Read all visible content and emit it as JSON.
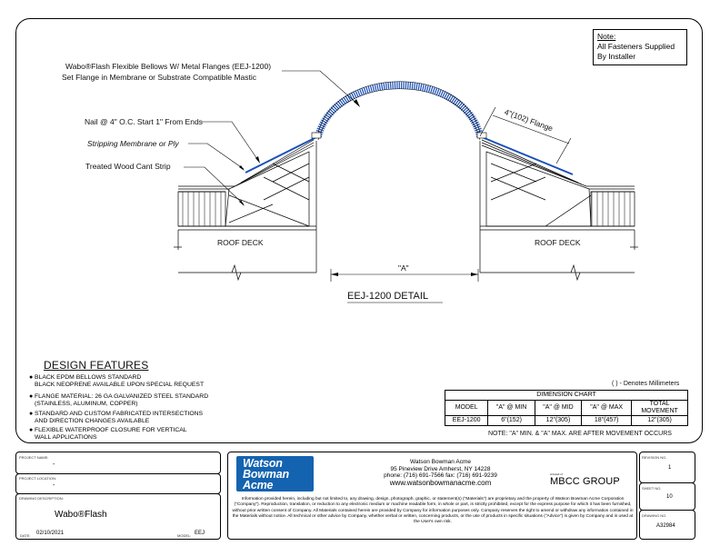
{
  "note": {
    "title": "Note:",
    "lines": [
      "All Fasteners Supplied",
      "By Installer"
    ]
  },
  "drawing": {
    "callouts": {
      "bellows_1": "Wabo®Flash Flexible Bellows W/ Metal Flanges (EEJ-1200)",
      "bellows_2": "Set Flange in Membrane or Substrate Compatible Mastic",
      "nail": "Nail @ 4\" O.C. Start 1\" From Ends",
      "stripping": "Stripping Membrane or Ply",
      "cant": "Treated Wood Cant Strip",
      "flange": "4\"(102) Flange",
      "roof_deck_left": "ROOF DECK",
      "roof_deck_right": "ROOF DECK",
      "gap": "\"A\""
    },
    "title": "EEJ-1200 DETAIL",
    "colors": {
      "bellows": "#2f6fd6",
      "flange": "#1a4fb8",
      "line": "#000000"
    }
  },
  "design_features": {
    "title": "DESIGN FEATURES",
    "items": [
      [
        "BLACK EPDM BELLOWS STANDARD",
        "BLACK NEOPRENE AVAILABLE UPON SPECIAL REQUEST"
      ],
      [
        "FLANGE MATERIAL: 26 GA GALVANIZED STEEL STANDARD",
        "(STAINLESS, ALUMINUM, COPPER)"
      ],
      [
        "STANDARD AND CUSTOM FABRICATED INTERSECTIONS",
        "AND DIRECTION CHANGES AVAILABLE"
      ],
      [
        "FLEXIBLE WATERPROOF CLOSURE FOR VERTICAL",
        "WALL APPLICATIONS"
      ]
    ]
  },
  "dimension_chart": {
    "unit_note": "( ) - Denotes Millimeters",
    "title": "DIMENSION CHART",
    "headers": [
      "MODEL",
      "\"A\" @ MIN",
      "\"A\" @ MID",
      "\"A\" @ MAX",
      "TOTAL",
      "MOVEMENT"
    ],
    "row": [
      "EEJ-1200",
      "6\"(152)",
      "12\"(305)",
      "18\"(457)",
      "12\"(305)"
    ],
    "footnote": "NOTE: \"A\" MIN. & \"A\" MAX. ARE AFTER MOVEMENT OCCURS"
  },
  "title_block": {
    "project_name_label": "PROJECT NAME:",
    "project_name": "-",
    "project_location_label": "PROJECT LOCATION:",
    "project_location": "-",
    "drawing_description_label": "DRAWING DESCRIPTION:",
    "drawing_description": "Wabo®Flash",
    "date_label": "DATE:",
    "date": "02/10/2021",
    "model_label": "MODEL:",
    "model": "EEJ",
    "logo": [
      "Watson",
      "Bowman",
      "Acme"
    ],
    "company": {
      "name": "Watson Bowman Acme",
      "address": "95 Pineview Drive Amherst, NY 14228",
      "phone": "phone: (716) 691-7566  fax: (716) 691-9239",
      "web": "www.watsonbowmanacme.com"
    },
    "disclaimer": "Information provided herein, including but not limited to, any drawing, design, photograph, graphic, or statement(s) (\"Materials\") are proprietary and the property of Watson Bowman Acme Corporation (\"Company\"). Reproduction, translation, or reduction to any electronic medium or machine readable form, in whole or part, is strictly prohibited, except for the express purpose for which it has been furnished, without prior written consent of Company. All Materials contained herein are provided by Company for information purposes only. Company reserves the right to amend or withdraw any information contained in the Materials without notice. All technical or other advice by Company, whether verbal or written, concerning products, or the use of products in specific situations (\"Advice\") is given by Company and is used at the User's own risk.",
    "group_small": "A brand of",
    "group": "MBCC GROUP",
    "revision_label": "REVISION NO.",
    "revision": "1",
    "sheet_label": "SHEET NO.",
    "sheet": "10",
    "drawing_no_label": "DRAWING NO.",
    "drawing_no": "A32984"
  }
}
